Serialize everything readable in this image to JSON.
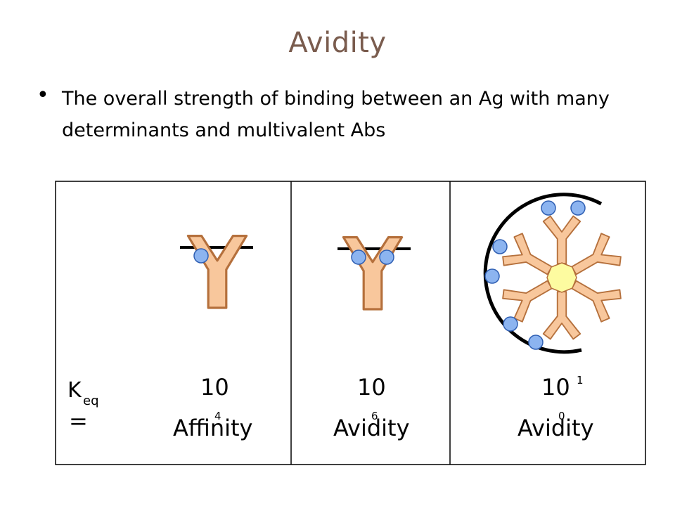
{
  "title": "Avidity",
  "bullet": "The overall strength of binding between an Ag with many determinants and multivalent Abs",
  "keq": {
    "k": "K",
    "sub": "eq",
    "equals": "="
  },
  "panels": [
    {
      "base": "10",
      "exponent_top": "",
      "exponent_bottom": "4",
      "caption": "Affinity"
    },
    {
      "base": "10",
      "exponent_top": "",
      "exponent_bottom": "6",
      "caption": "Avidity"
    },
    {
      "base": "10",
      "exponent_top": "1",
      "exponent_bottom": "0",
      "caption": "Avidity"
    }
  ],
  "colors": {
    "title": "#7a5c4e",
    "antibody_fill": "#f8c79c",
    "antibody_stroke": "#b5703c",
    "epitope_fill": "#8cb4f0",
    "epitope_stroke": "#2f5fb3",
    "core_fill": "#fdfba0"
  }
}
